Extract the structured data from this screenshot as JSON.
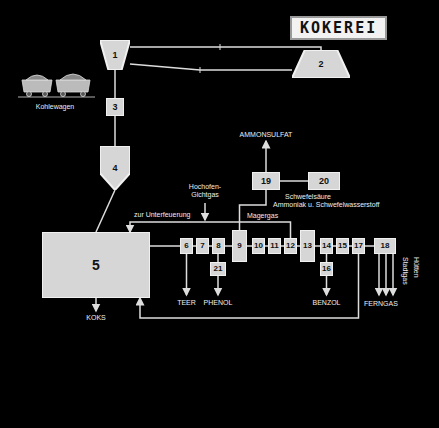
{
  "diagram": {
    "title": "KOKEREI",
    "nodes": [
      {
        "text": [
          "1"
        ]
      },
      {
        "text": [
          "2"
        ]
      },
      {
        "text": [
          "3"
        ]
      },
      {
        "text": [
          "4"
        ]
      },
      {
        "text": [
          "5"
        ]
      },
      {
        "text": [
          "6"
        ]
      },
      {
        "text": [
          "7"
        ]
      },
      {
        "text": [
          "8"
        ]
      },
      {
        "text": [
          "9"
        ]
      },
      {
        "text": [
          "10"
        ]
      },
      {
        "text": [
          "11"
        ]
      },
      {
        "text": [
          "12"
        ]
      },
      {
        "text": [
          "13"
        ]
      },
      {
        "text": [
          "14"
        ]
      },
      {
        "text": [
          "15"
        ]
      },
      {
        "text": [
          "17"
        ]
      },
      {
        "text": [
          "18"
        ]
      },
      {
        "text": [
          "19"
        ]
      },
      {
        "text": [
          "20"
        ]
      },
      {
        "text": [
          "21"
        ]
      },
      {
        "text": [
          "16"
        ]
      }
    ],
    "edges": [
      {
        "from": 0,
        "to": 1,
        "arrow": "none"
      },
      {
        "from": 1,
        "to": 0,
        "arrow": "none"
      },
      {
        "from": 0,
        "to": 2,
        "arrow": "none"
      },
      {
        "from": 2,
        "to": 3,
        "arrow": "none"
      },
      {
        "from": 3,
        "to": 4,
        "arrow": "none"
      },
      {
        "from": 4,
        "to": 5,
        "arrow": "none"
      },
      {
        "from": 5,
        "to": 6,
        "arrow": "none"
      },
      {
        "from": 6,
        "to": 7,
        "arrow": "none"
      },
      {
        "from": 7,
        "to": 8,
        "arrow": "none"
      },
      {
        "from": 8,
        "to": 9,
        "arrow": "none"
      },
      {
        "from": 9,
        "to": 10,
        "arrow": "none"
      },
      {
        "from": 10,
        "to": 11,
        "arrow": "none"
      },
      {
        "from": 11,
        "to": 12,
        "arrow": "none"
      },
      {
        "from": 12,
        "to": 13,
        "arrow": "none"
      },
      {
        "from": 13,
        "to": 14,
        "arrow": "none"
      },
      {
        "from": 14,
        "to": 15,
        "arrow": "none"
      },
      {
        "from": 15,
        "to": 16,
        "arrow": "none"
      },
      {
        "from": 8,
        "to": 17,
        "arrow": "none"
      },
      {
        "from": 17,
        "to": 18,
        "arrow": "none"
      },
      {
        "from": 7,
        "to": 19,
        "arrow": "none"
      },
      {
        "from": 13,
        "to": 20,
        "arrow": "none"
      },
      {
        "from": 11,
        "to": 4,
        "label": "Magergas",
        "arrow": "to"
      },
      {
        "from": 15,
        "to": 4,
        "arrow": "to"
      }
    ],
    "labels": [
      "Kohlewagen",
      "Hochofen- Gichtgas",
      "AMMONSULFAT",
      "Schwefelsäure",
      "Ammoniak u. Schwefelwasserstoff",
      "zur Unterfeuerung",
      "KOKS",
      "TEER",
      "PHENOL",
      "BENZOL",
      "FERNGAS",
      "Stadtgas",
      "Hütten"
    ]
  }
}
